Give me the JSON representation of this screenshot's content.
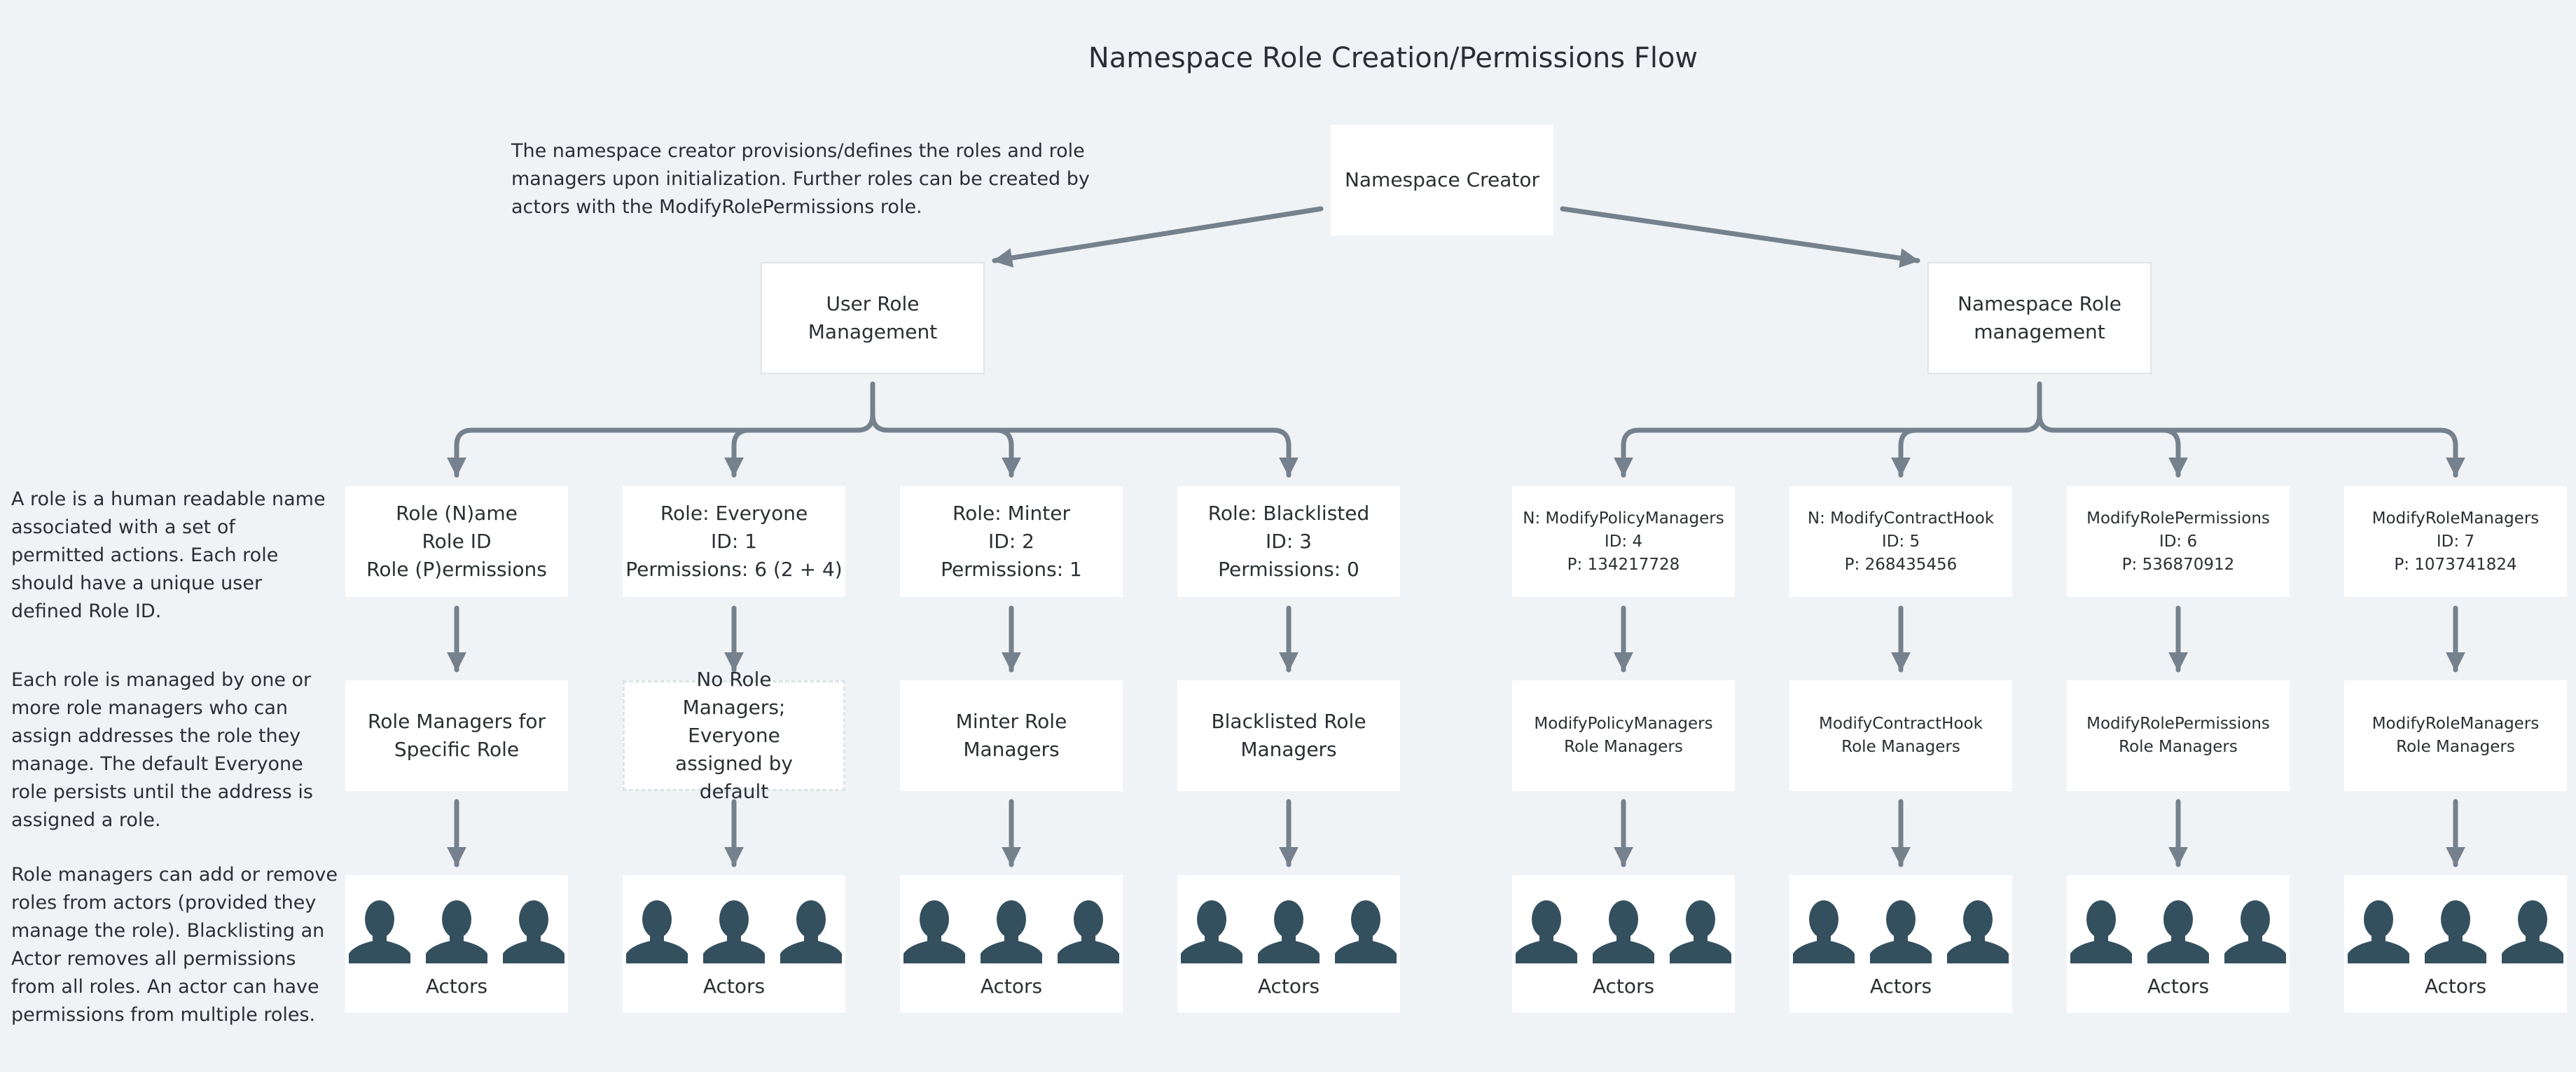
{
  "title": "Namespace Role Creation/Permissions Flow",
  "notes": {
    "creator": "The namespace creator provisions/defines the roles and role managers upon initialization. Further roles can be created by actors with the ModifyRolePermissions role.",
    "role": "A role is a human readable name associated with a set of permitted actions. Each role should have a unique user defined Role ID.",
    "managers": "Each role is managed by one or more role managers who can assign addresses the role they manage. The default Everyone role persists until the address is assigned a role.",
    "actors": "Role managers can add or remove roles from actors (provided they manage the role). Blacklisting an Actor removes all permissions from all roles. An actor can have permissions from multiple roles."
  },
  "nodes": {
    "creator": "Namespace Creator",
    "user_role_mgmt": "User Role Management",
    "ns_role_mgmt": "Namespace Role management"
  },
  "roles": [
    {
      "lines": [
        "Role (N)ame",
        "Role ID",
        "Role (P)ermissions"
      ]
    },
    {
      "lines": [
        "Role: Everyone",
        "ID: 1",
        "Permissions: 6 (2 + 4)"
      ]
    },
    {
      "lines": [
        "Role: Minter",
        "ID: 2",
        "Permissions: 1"
      ]
    },
    {
      "lines": [
        "Role: Blacklisted",
        "ID: 3",
        "Permissions: 0"
      ]
    },
    {
      "lines": [
        "N: ModifyPolicyManagers",
        "ID: 4",
        "P: 134217728"
      ]
    },
    {
      "lines": [
        "N: ModifyContractHook",
        "ID: 5",
        "P: 268435456"
      ]
    },
    {
      "lines": [
        "ModifyRolePermissions",
        "ID: 6",
        "P: 536870912"
      ]
    },
    {
      "lines": [
        "ModifyRoleManagers",
        "ID: 7",
        "P: 1073741824"
      ]
    }
  ],
  "managers": [
    "Role Managers for Specific Role",
    "No Role Managers; Everyone assigned by default",
    "Minter Role Managers",
    "Blacklisted Role Managers",
    "ModifyPolicyManagers Role Managers",
    "ModifyContractHook Role Managers",
    "ModifyRolePermissions Role Managers",
    "ModifyRoleManagers Role Managers"
  ],
  "actors_label": "Actors",
  "colors": {
    "background": "#f0f3f6",
    "box": "#ffffff",
    "border": "#dfe4e8",
    "arrow": "#75818c",
    "person": "#34505f",
    "text": "#2b2f33"
  }
}
